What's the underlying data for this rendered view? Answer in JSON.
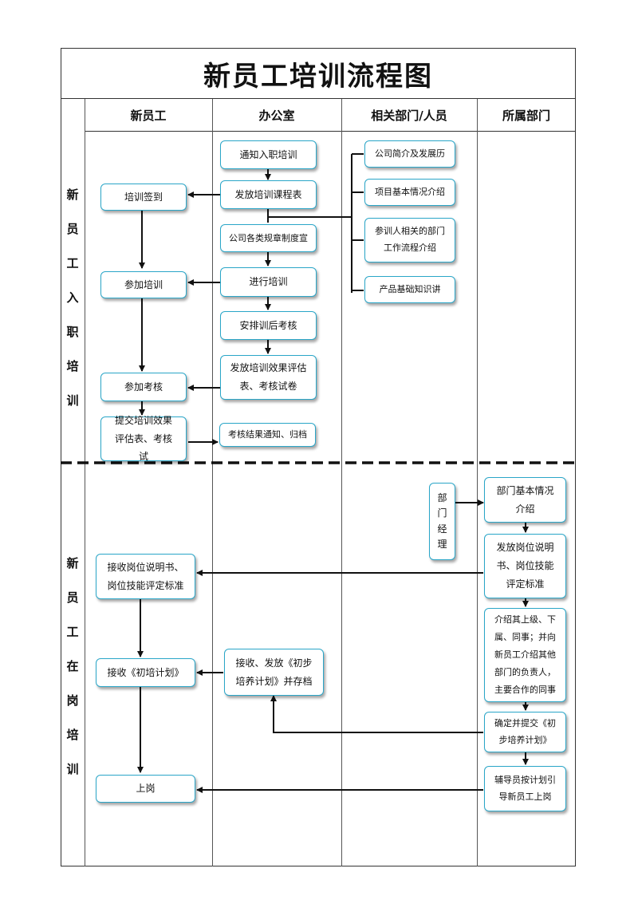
{
  "title": "新员工培训流程图",
  "columns": [
    "新员工",
    "办公室",
    "相关部门/人员",
    "所属部门"
  ],
  "phases": {
    "phase1": [
      "新",
      "员",
      "工",
      "入",
      "职",
      "培",
      "训"
    ],
    "phase2": [
      "新",
      "员",
      "工",
      "在",
      "岗",
      "培",
      "训"
    ]
  },
  "nodes": {
    "notify": "通知入职培训",
    "issue_schedule": "发放培训课程表",
    "sign_in": "培训签到",
    "company_intro": "公司简介及发展历",
    "project_info": "项目基本情况介绍",
    "dept_workflow": "参训人相关的部门工作流程介绍",
    "product_knowledge": "产品基础知识讲",
    "rules": "公司各类规章制度宣",
    "conduct_training": "进行培训",
    "attend_training": "参加培训",
    "arrange_exam": "安排训后考核",
    "issue_eval": "发放培训效果评估表、考核试卷",
    "attend_exam": "参加考核",
    "submit_eval": "提交培训效果评估表、考核试",
    "result_notice": "考核结果通知、归档",
    "dept_manager": [
      "部",
      "门",
      "经",
      "理"
    ],
    "dept_intro": "部门基本情况介绍",
    "issue_job_desc": "发放岗位说明书、岗位技能评定标准",
    "receive_job_desc": "接收岗位说明书、岗位技能评定标准",
    "intro_colleagues": "介绍其上级、下属、同事；并向新员工介绍其他部门的负责人，主要合作的同事",
    "confirm_plan": "确定并提交《初步培养计划》",
    "receive_issue_plan": "接收、发放《初步培养计划》并存档",
    "receive_plan": "接收《初培计划》",
    "guide_onboard": "辅导员按计划引导新员工上岗",
    "on_duty": "上岗"
  },
  "colors": {
    "box_border": "#2aa6c8",
    "line": "#111111",
    "frame": "#333333"
  }
}
